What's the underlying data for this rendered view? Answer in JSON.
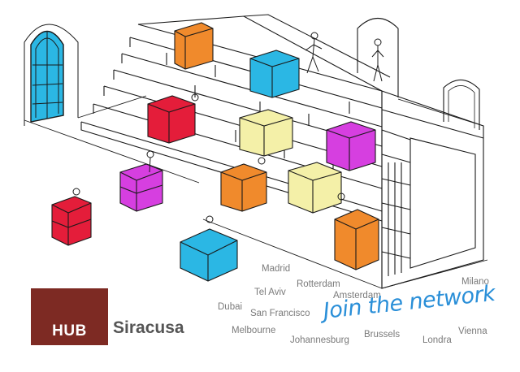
{
  "logo": {
    "hub": "HUB",
    "name": "Siracusa",
    "color": "#7d2a23"
  },
  "tagline": {
    "text": "Join the network",
    "color": "#2a8fd8"
  },
  "cities": [
    "Madrid",
    "Tel Aviv",
    "Rotterdam",
    "Dubai",
    "Amsterdam",
    "San Francisco",
    "Milano",
    "Melbourne",
    "Johannesburg",
    "Brussels",
    "Londra",
    "Vienna"
  ],
  "colors": {
    "orange": "#f08a2c",
    "cyan": "#2bb7e4",
    "red": "#e41d3a",
    "magenta": "#d63fe0",
    "yellow": "#f4f0a8",
    "ink": "#1a1a1a"
  }
}
